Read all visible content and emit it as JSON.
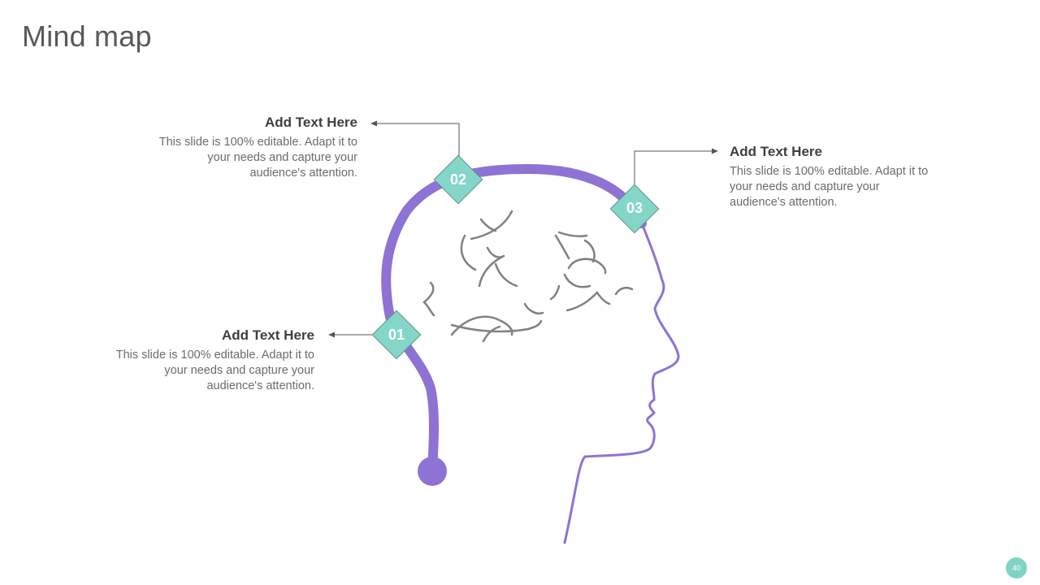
{
  "slide": {
    "title": "Mind map",
    "page_number": "40"
  },
  "colors": {
    "head_outline": "#8e72d4",
    "node_fill": "#84d7c8",
    "brain_lines": "#808080",
    "text_heading": "#3f3f3f",
    "text_body": "#6b6b6b"
  },
  "nodes": [
    {
      "number": "01",
      "heading": "Add Text Here",
      "body": "This slide is 100% editable. Adapt it to your needs and capture your audience's attention."
    },
    {
      "number": "02",
      "heading": "Add Text Here",
      "body": "This slide is 100% editable. Adapt it to your needs and capture your audience's attention."
    },
    {
      "number": "03",
      "heading": "Add Text Here",
      "body": "This slide is 100% editable. Adapt it to your needs and capture your audience's attention."
    }
  ]
}
